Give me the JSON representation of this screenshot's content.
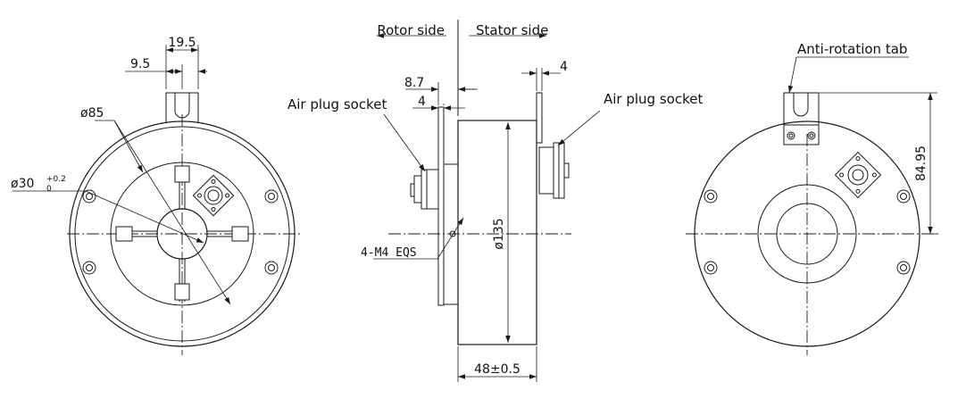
{
  "labels": {
    "rotor_side": "Rotor side",
    "stator_side": "Stator side",
    "air_plug_socket_left": "Air plug socket",
    "air_plug_socket_right": "Air plug socket",
    "anti_rotation_tab": "Anti-rotation tab",
    "mounting_holes": "4-M4  EQS"
  },
  "dimensions": {
    "tab_width": "19.5",
    "tab_offset": "9.5",
    "outer_diameter": "ø85",
    "bore_diameter": "ø30",
    "bore_tol_upper": "+0.2",
    "bore_tol_lower": "0",
    "rotor_flange_offset": "8.7",
    "rotor_flange_thickness": "4",
    "tab_thickness": "4",
    "body_diameter": "ø135",
    "body_length": "48±0.5",
    "tab_height": "84.95"
  },
  "colors": {
    "line": "#1a1a1a",
    "background": "#ffffff"
  }
}
